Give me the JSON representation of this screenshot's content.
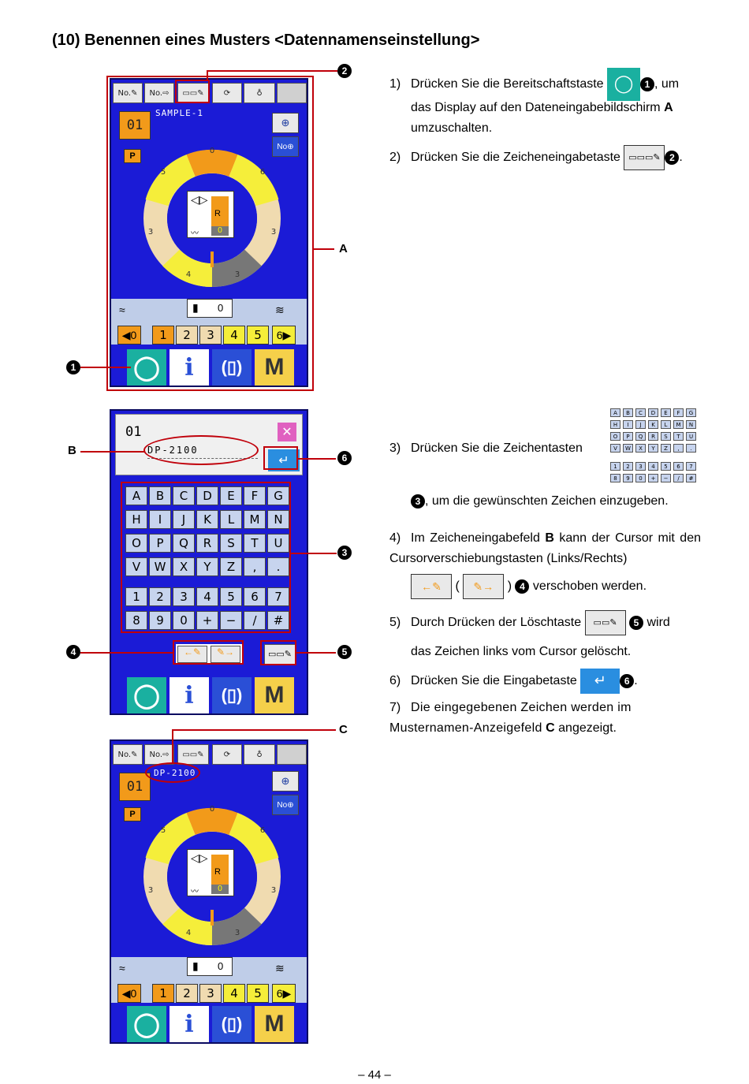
{
  "title": "(10) Benennen eines Musters <Datennamenseinstellung>",
  "footer": "– 44 –",
  "colors": {
    "screen_blue": "#1b1bd6",
    "orange": "#f29a1a",
    "yellow": "#f5ee3a",
    "beige": "#f0dbb0",
    "callout_red": "#c0000a",
    "teal": "#1ab0a0"
  },
  "screen1": {
    "pattern_no": "01",
    "pattern_name": "SAMPLE-1",
    "p_label": "P",
    "ring_top": "0",
    "ring_upper_left": "5",
    "ring_upper_right": "6",
    "ring_mid_left": "3",
    "ring_mid_right": "3",
    "ring_bottom_left": "4",
    "ring_bottom_right": "3",
    "center_r": "R",
    "center_0": "0",
    "counter_value": "0",
    "number_buttons": [
      "◀0",
      "1",
      "2",
      "3",
      "4",
      "5",
      "6▶"
    ],
    "m_label": "M",
    "info_label": "i"
  },
  "screen2": {
    "pattern_no": "01",
    "input_text": "DP-2100",
    "close_label": "✕",
    "keys_row1": [
      "A",
      "B",
      "C",
      "D",
      "E",
      "F",
      "G"
    ],
    "keys_row2": [
      "H",
      "I",
      "J",
      "K",
      "L",
      "M",
      "N"
    ],
    "keys_row3": [
      "O",
      "P",
      "Q",
      "R",
      "S",
      "T",
      "U"
    ],
    "keys_row4": [
      "V",
      "W",
      "X",
      "Y",
      "Z",
      ",",
      "."
    ],
    "keys_row5": [
      "1",
      "2",
      "3",
      "4",
      "5",
      "6",
      "7"
    ],
    "keys_row6": [
      "8",
      "9",
      "0",
      "+",
      "−",
      "/",
      "#"
    ],
    "m_label": "M",
    "info_label": "i"
  },
  "screen3": {
    "pattern_no": "01",
    "pattern_name": "DP-2100",
    "p_label": "P",
    "ring_top": "0",
    "ring_upper_left": "5",
    "ring_upper_right": "6",
    "ring_mid_left": "3",
    "ring_mid_right": "3",
    "ring_bottom_left": "4",
    "ring_bottom_right": "3",
    "center_r": "R",
    "center_0": "0",
    "counter_value": "0",
    "number_buttons": [
      "◀0",
      "1",
      "2",
      "3",
      "4",
      "5",
      "6▶"
    ],
    "m_label": "M",
    "info_label": "i"
  },
  "callouts": {
    "A": "A",
    "B": "B",
    "C": "C",
    "n1": "1",
    "n2": "2",
    "n3": "3",
    "n4": "4",
    "n5": "5",
    "n6": "6"
  },
  "steps": {
    "s1_num": "1)",
    "s1_a": "Drücken Sie die Bereitschaftstaste",
    "s1_b": ", um",
    "s1_c": "das Display auf den Dateneingabebildschirm",
    "s1_c_bold": "A",
    "s1_d": "umzuschalten.",
    "s2_num": "2)",
    "s2_a": "Drücken Sie die Zeicheneingabetaste",
    "s3_num": "3)",
    "s3_a": "Drücken Sie die Zeichentasten",
    "s3_b": ", um die gewünschten Zeichen einzugeben.",
    "s4_num": "4)",
    "s4_a": "Im Zeicheneingabefeld",
    "s4_bold": "B",
    "s4_b": "kann der Cursor mit den Cursorverschiebungstasten (Links/Rechts)",
    "s4_paren_open": "(",
    "s4_paren_close": ")",
    "s4_c": "verschoben werden.",
    "s5_num": "5)",
    "s5_a": "Durch Drücken der Löschtaste",
    "s5_b": "wird",
    "s5_c": "das Zeichen links vom Cursor gelöscht.",
    "s6_num": "6)",
    "s6_a": "Drücken Sie die Eingabetaste",
    "s7_num": "7)",
    "s7_a": "Die eingegebenen Zeichen werden im Musternamen-Anzeigefeld",
    "s7_bold": "C",
    "s7_b": "angezeigt."
  },
  "mini_keys": {
    "row1": [
      "A",
      "B",
      "C",
      "D",
      "E",
      "F",
      "G"
    ],
    "row2": [
      "H",
      "I",
      "J",
      "K",
      "L",
      "M",
      "N"
    ],
    "row3": [
      "O",
      "P",
      "Q",
      "R",
      "S",
      "T",
      "U"
    ],
    "row4": [
      "V",
      "W",
      "X",
      "Y",
      "Z",
      ",",
      "."
    ],
    "row5": [
      "1",
      "2",
      "3",
      "4",
      "5",
      "6",
      "7"
    ],
    "row6": [
      "8",
      "9",
      "0",
      "+",
      "−",
      "/",
      "#"
    ]
  }
}
